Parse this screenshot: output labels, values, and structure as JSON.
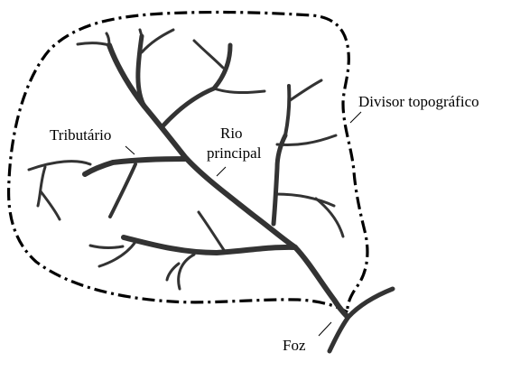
{
  "labels": {
    "divisor": "Divisor topográfico",
    "tributario": "Tributário",
    "rio_line1": "Rio",
    "rio_line2": "principal",
    "foz": "Foz"
  },
  "colors": {
    "river": "#333333",
    "divider": "#000000",
    "text": "#000000",
    "background": "#ffffff"
  }
}
